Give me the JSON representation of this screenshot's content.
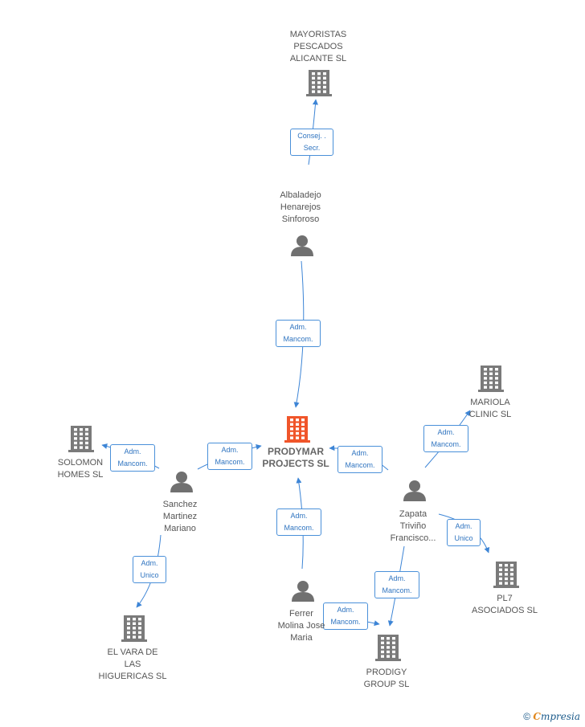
{
  "colors": {
    "edge": "#3d85d6",
    "company_icon": "#7a7a7a",
    "person_icon": "#707070",
    "focus_icon": "#f0552a"
  },
  "nodes": {
    "mayoristas": {
      "type": "company",
      "label": "MAYORISTAS\nPESCADOS\nALICANTE SL"
    },
    "albaladejo": {
      "type": "person",
      "label": "Albaladejo\nHenarejos\nSinforoso"
    },
    "prodymar": {
      "type": "company-focus",
      "label": "PRODYMAR\nPROJECTS SL"
    },
    "mariola": {
      "type": "company",
      "label": "MARIOLA\nCLINIC SL"
    },
    "solomon": {
      "type": "company",
      "label": "SOLOMON\nHOMES SL"
    },
    "sanchez": {
      "type": "person",
      "label": "Sanchez\nMartinez\nMariano"
    },
    "zapata": {
      "type": "person",
      "label": "Zapata\nTriviño\nFrancisco..."
    },
    "pl7": {
      "type": "company",
      "label": "PL7\nASOCIADOS SL"
    },
    "elvara": {
      "type": "company",
      "label": "EL VARA DE\nLAS\nHIGUERICAS SL"
    },
    "ferrer": {
      "type": "person",
      "label": "Ferrer\nMolina Jose\nMaria"
    },
    "prodigy": {
      "type": "company",
      "label": "PRODIGY\nGROUP SL"
    }
  },
  "edges": [
    {
      "from": "albaladejo",
      "to": "mayoristas",
      "label": "Consej. .\nSecr."
    },
    {
      "from": "albaladejo",
      "to": "prodymar",
      "label": "Adm.\nMancom."
    },
    {
      "from": "sanchez",
      "to": "prodymar",
      "label": "Adm.\nMancom."
    },
    {
      "from": "sanchez",
      "to": "solomon",
      "label": "Adm.\nMancom."
    },
    {
      "from": "sanchez",
      "to": "elvara",
      "label": "Adm.\nUnico"
    },
    {
      "from": "zapata",
      "to": "prodymar",
      "label": "Adm.\nMancom."
    },
    {
      "from": "zapata",
      "to": "mariola",
      "label": "Adm.\nMancom."
    },
    {
      "from": "zapata",
      "to": "pl7",
      "label": "Adm.\nUnico"
    },
    {
      "from": "zapata",
      "to": "prodigy",
      "label": "Adm.\nMancom."
    },
    {
      "from": "ferrer",
      "to": "prodymar",
      "label": "Adm.\nMancom."
    },
    {
      "from": "ferrer",
      "to": "prodigy",
      "label": "Adm.\nMancom."
    }
  ],
  "footer": {
    "copyright": "©",
    "brand_first": "C",
    "brand_rest": "mpresia"
  }
}
